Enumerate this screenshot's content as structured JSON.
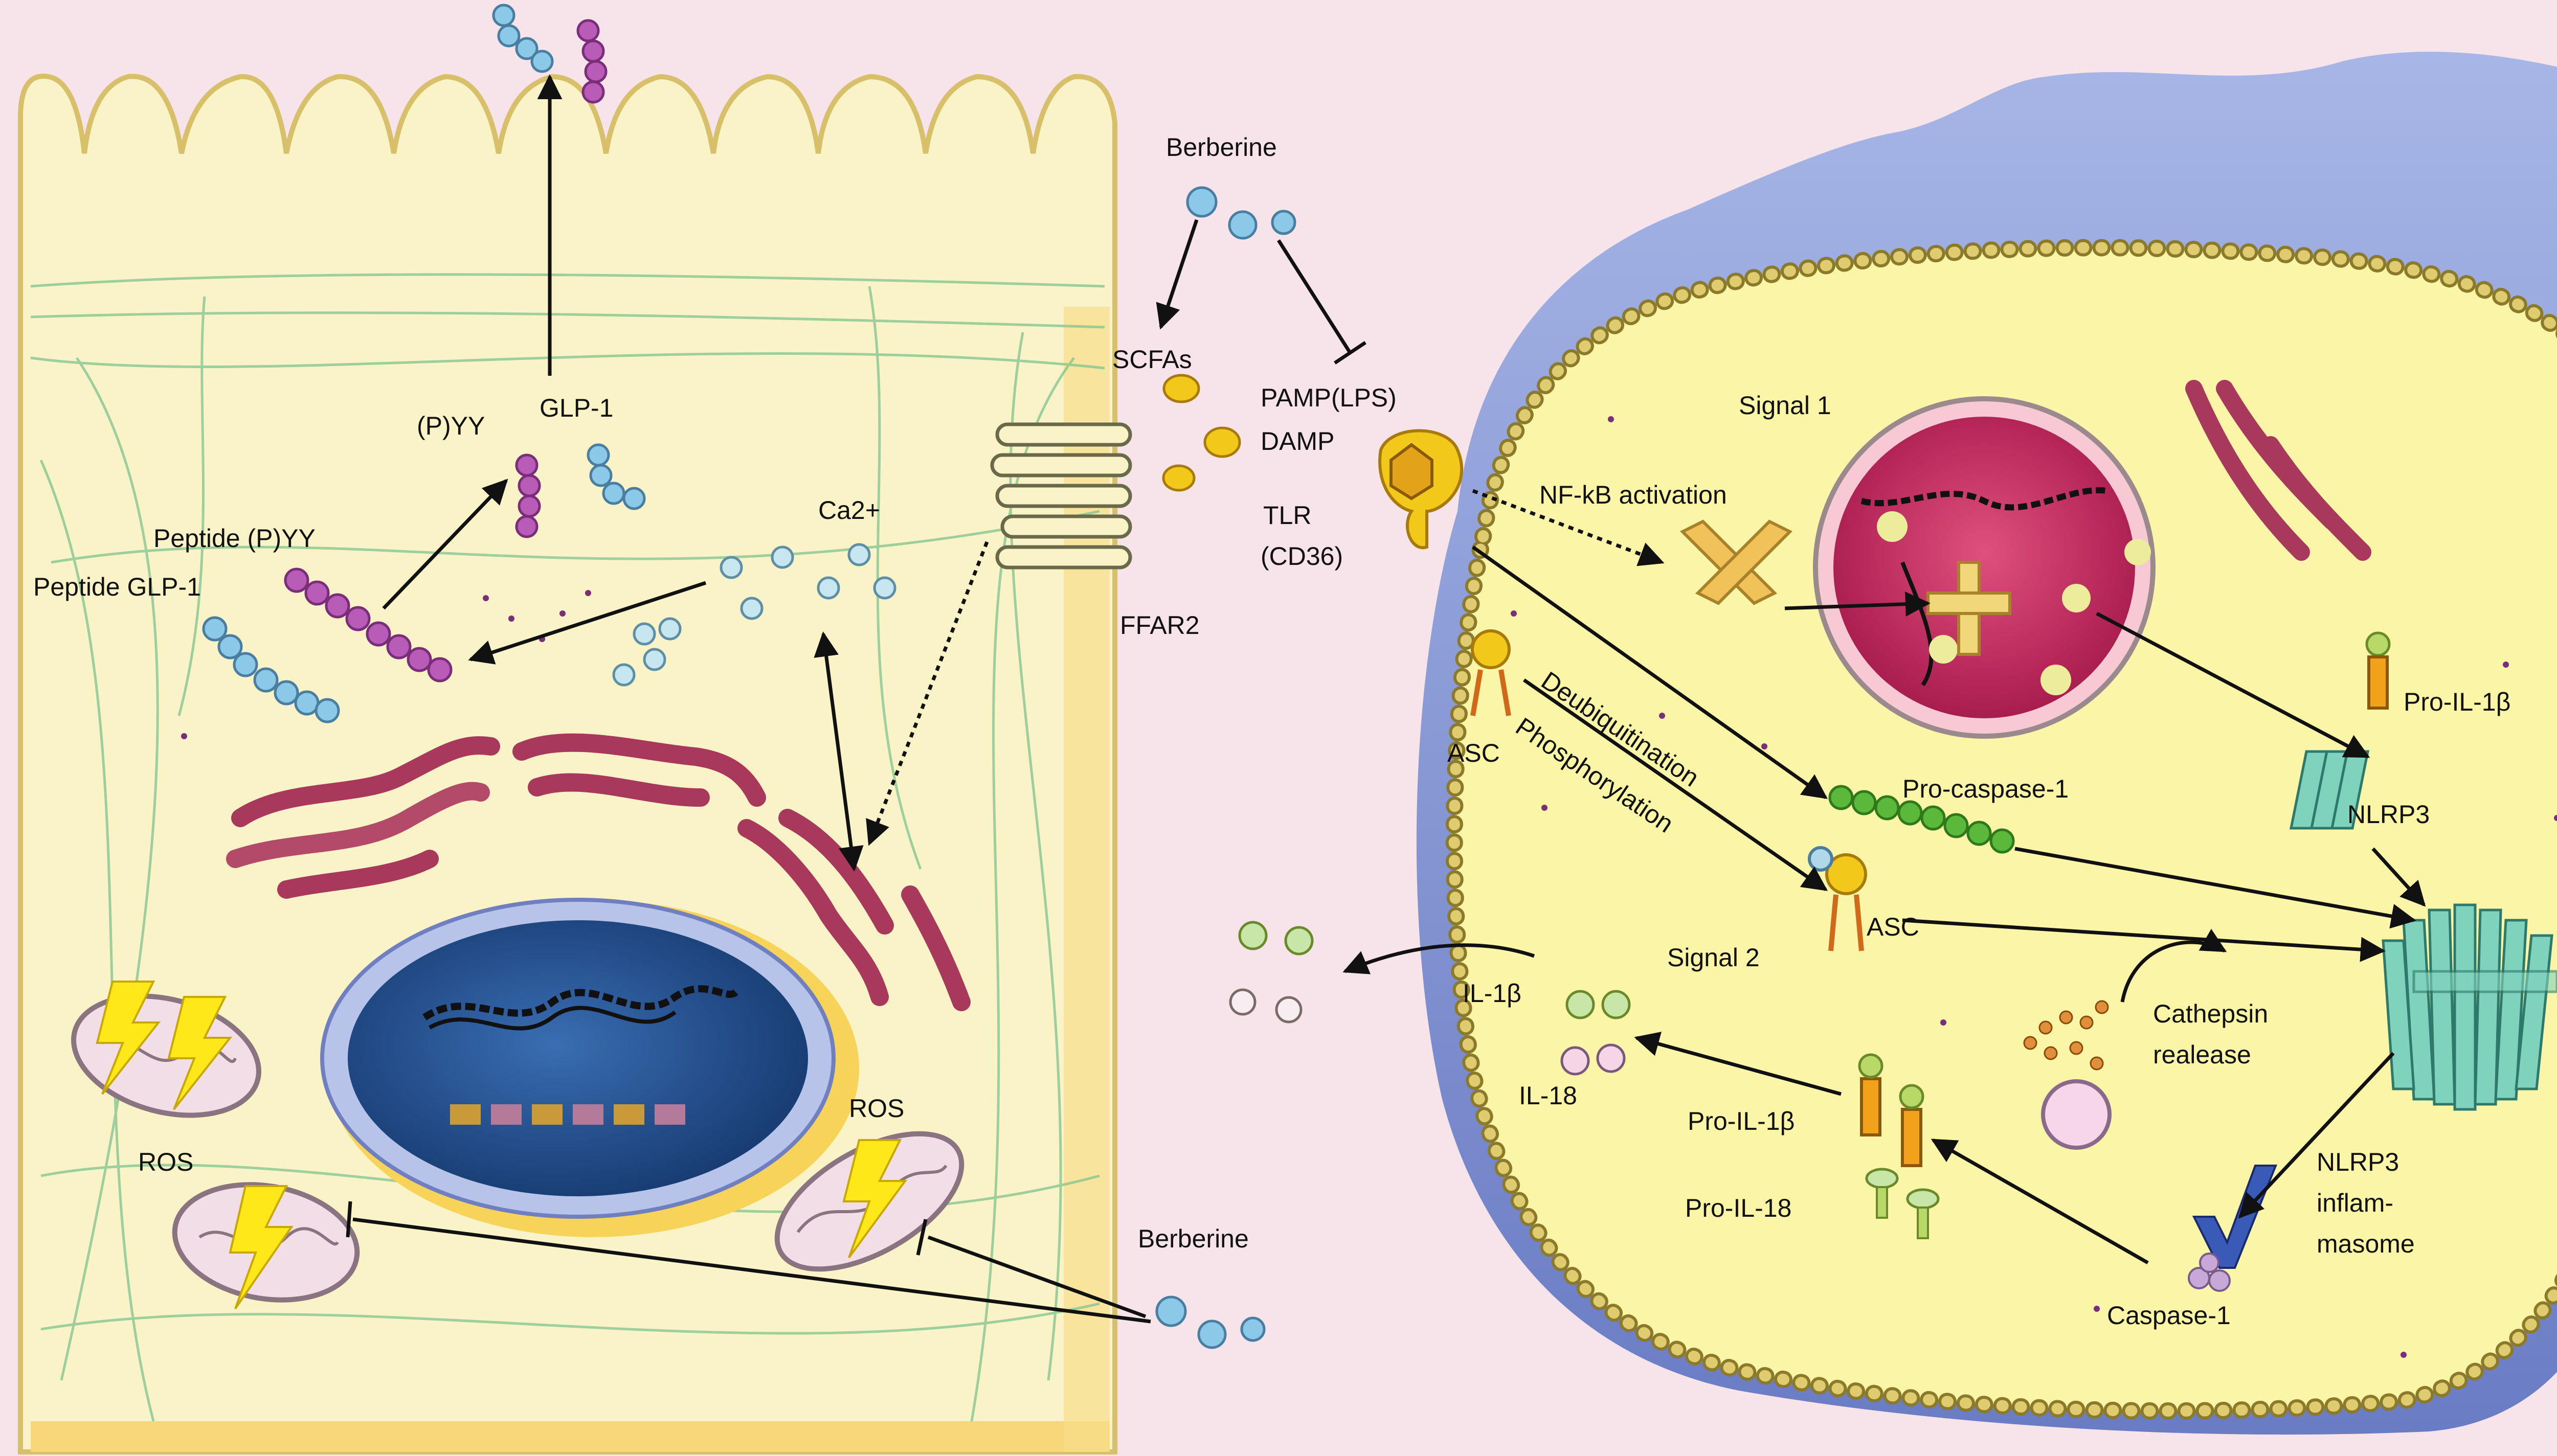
{
  "colors": {
    "background": "#f6e4ea",
    "cell_fill": "#fbf3c8",
    "cell_edge": "#f2c24a",
    "macrophage_fill": "#fbf5a8",
    "macrophage_outer": "#8f9fd8",
    "membrane_bead": "#d8c060",
    "nucleus_left": "#1f4e8c",
    "nucleus_right": "#c4265a",
    "er_color": "#a8385c",
    "mito_fill": "#f1dee6",
    "lightning": "#ffe81a",
    "nlrp3": "#7fd3bd",
    "scfa": "#f2c81a",
    "berberine": "#8cc8e8",
    "peptide_pyy": "#b85cb8",
    "peptide_glp1": "#8cc8e8"
  },
  "labels": {
    "berberine_top": "Berberine",
    "berberine_bottom": "Berberine",
    "scfas": "SCFAs",
    "pamp": "PAMP(LPS)",
    "damp": "DAMP",
    "tlr": "TLR",
    "cd36": "(CD36)",
    "ffar2": "FFAR2",
    "pyy_top": "(P)YY",
    "glp1_top": "GLP-1",
    "peptide_pyy": "Peptide (P)YY",
    "peptide_glp1": "Peptide GLP-1",
    "ca2": "Ca2+",
    "ros_left": "ROS",
    "ros_right": "ROS",
    "signal1": "Signal 1",
    "nfkb": "NF-kB activation",
    "asc_top": "ASC",
    "deubiquitination": "Deubiquitination",
    "phosphorylation": "Phosphorylation",
    "pro_caspase1": "Pro-caspase-1",
    "asc_mid": "ASC",
    "pro_il1b_top": "Pro-IL-1β",
    "nlrp3": "NLRP3",
    "signal2": "Signal 2",
    "il1b": "IL-1β",
    "il18": "IL-18",
    "cathepsin_1": "Cathepsin",
    "cathepsin_2": "realease",
    "pro_il1b": "Pro-IL-1β",
    "pro_il18": "Pro-IL-18",
    "inflammasome_1": "NLRP3",
    "inflammasome_2": "inflam-",
    "inflammasome_3": "masome",
    "caspase1": "Caspase-1"
  }
}
